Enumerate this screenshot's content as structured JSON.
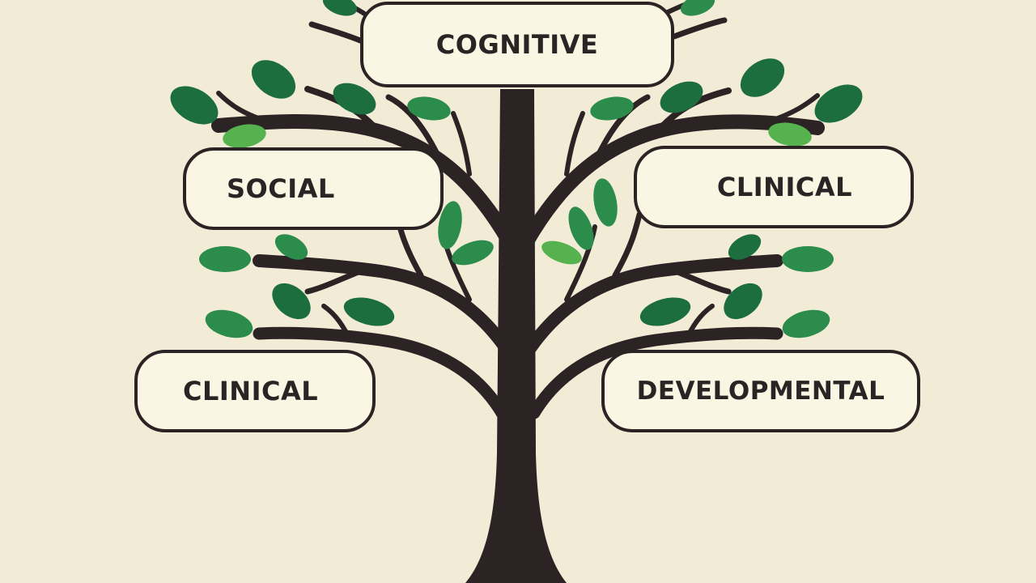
{
  "colors": {
    "background": "#f2ecd7",
    "trunk": "#2b2324",
    "label_fill": "#faf6e3",
    "label_border": "#2b2324",
    "label_text": "#2b2324",
    "leaf_dark": "#1d6e3f",
    "leaf_mid": "#2b8c4b",
    "leaf_light": "#55b24f"
  },
  "diagram": {
    "type": "tree",
    "branches": [
      {
        "id": "cognitive",
        "label": "COGNITIVE"
      },
      {
        "id": "social",
        "label": "SOCIAL"
      },
      {
        "id": "clinical_right",
        "label": "CLINICAL"
      },
      {
        "id": "clinical_left",
        "label": "CLINICAL"
      },
      {
        "id": "developmental",
        "label": "DEVELOPMENTAL"
      }
    ]
  }
}
